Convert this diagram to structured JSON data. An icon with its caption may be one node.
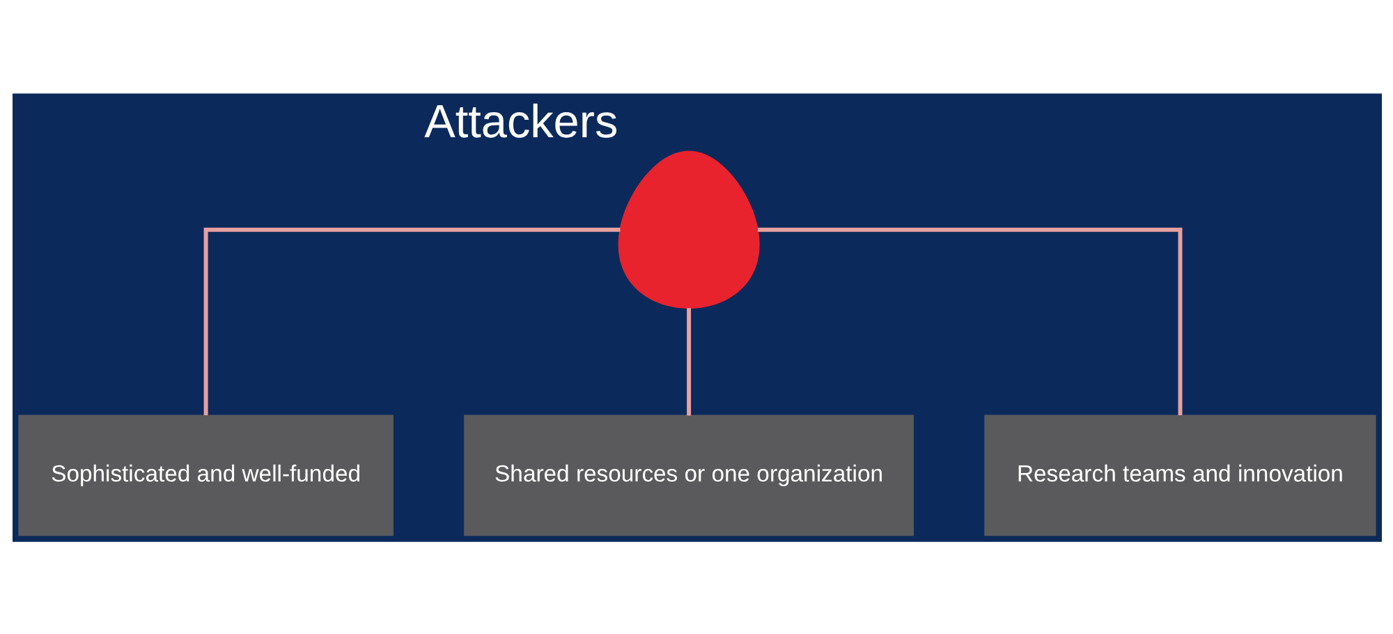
{
  "diagram": {
    "nodes": [
      {
        "text": [],
        "shape": "person",
        "beside": [
          "Attackers"
        ]
      },
      {
        "text": [
          "Sophisticated and well-funded"
        ]
      },
      {
        "text": [
          "Shared resources or one organization"
        ]
      },
      {
        "text": [
          "Research teams and innovation"
        ]
      }
    ],
    "edges": [
      {
        "from": 0,
        "to": 1,
        "arrow": "none"
      },
      {
        "from": 0,
        "to": 2,
        "arrow": "none"
      },
      {
        "from": 0,
        "to": 3,
        "arrow": "none"
      }
    ]
  }
}
